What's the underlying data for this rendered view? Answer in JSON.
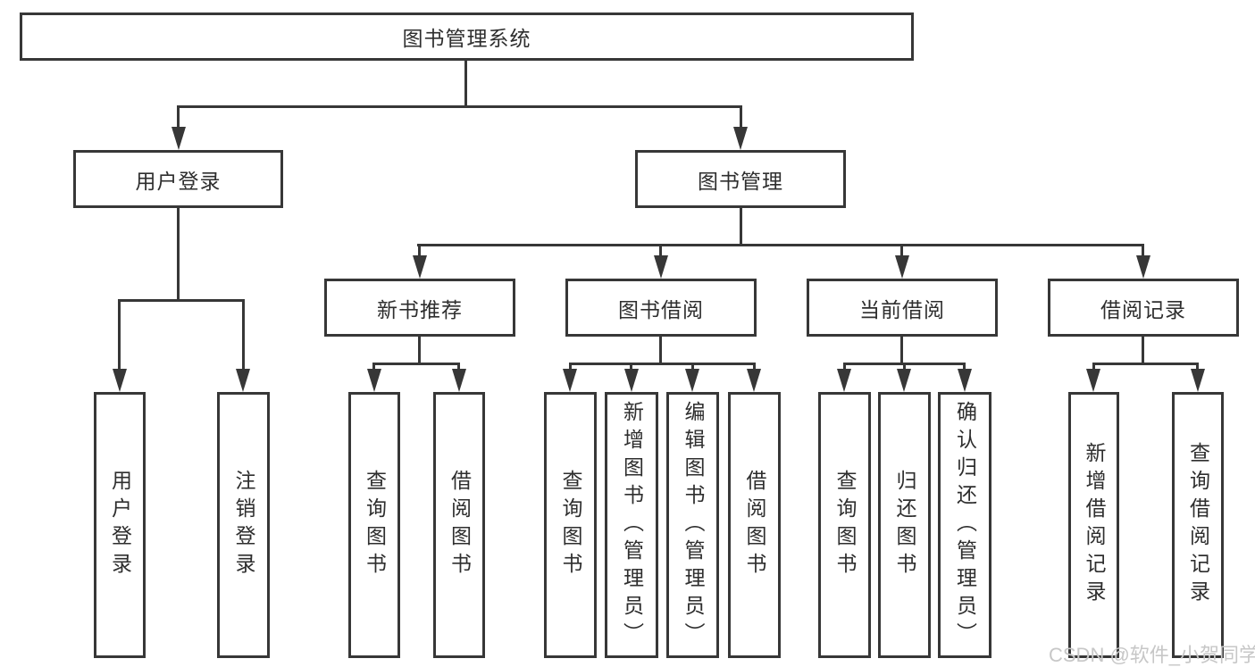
{
  "diagram": {
    "root": "图书管理系统",
    "branches": [
      {
        "label": "用户登录",
        "children": [
          "用户登录",
          "注销登录"
        ]
      },
      {
        "label": "图书管理",
        "children": [
          {
            "label": "新书推荐",
            "children": [
              "查询图书",
              "借阅图书"
            ]
          },
          {
            "label": "图书借阅",
            "children": [
              "查询图书",
              "新增图书（管理员）",
              "编辑图书（管理员）",
              "借阅图书"
            ]
          },
          {
            "label": "当前借阅",
            "children": [
              "查询图书",
              "归还图书",
              "确认归还（管理员）"
            ]
          },
          {
            "label": "借阅记录",
            "children": [
              "新增借阅记录",
              "查询借阅记录"
            ]
          }
        ]
      }
    ]
  },
  "watermark": "CSDN @软件_小贺同学",
  "colors": {
    "line": "#373737",
    "text": "#2e2e2e",
    "watermark": "#c7c7c7",
    "background": "#ffffff"
  }
}
